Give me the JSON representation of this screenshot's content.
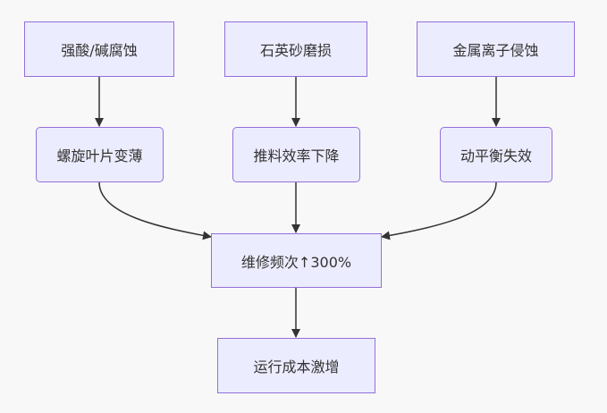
{
  "diagram": {
    "nodes": {
      "acid": {
        "label": "强酸/碱腐蚀"
      },
      "quartz": {
        "label": "石英砂磨损"
      },
      "metal": {
        "label": "金属离子侵蚀"
      },
      "screw": {
        "label": "螺旋叶片变薄"
      },
      "push": {
        "label": "推料效率下降"
      },
      "balance": {
        "label": "动平衡失效"
      },
      "maint": {
        "label": "维修频次↑300%"
      },
      "cost": {
        "label": "运行成本激增"
      }
    },
    "edges": [
      {
        "from": "acid",
        "to": "screw"
      },
      {
        "from": "quartz",
        "to": "push"
      },
      {
        "from": "metal",
        "to": "balance"
      },
      {
        "from": "screw",
        "to": "maint"
      },
      {
        "from": "push",
        "to": "maint"
      },
      {
        "from": "balance",
        "to": "maint"
      },
      {
        "from": "maint",
        "to": "cost"
      }
    ],
    "colors": {
      "node_fill": "#ececff",
      "node_border": "#9370db",
      "edge": "#333333",
      "text": "#333333",
      "background": "#f8f8f8"
    }
  }
}
